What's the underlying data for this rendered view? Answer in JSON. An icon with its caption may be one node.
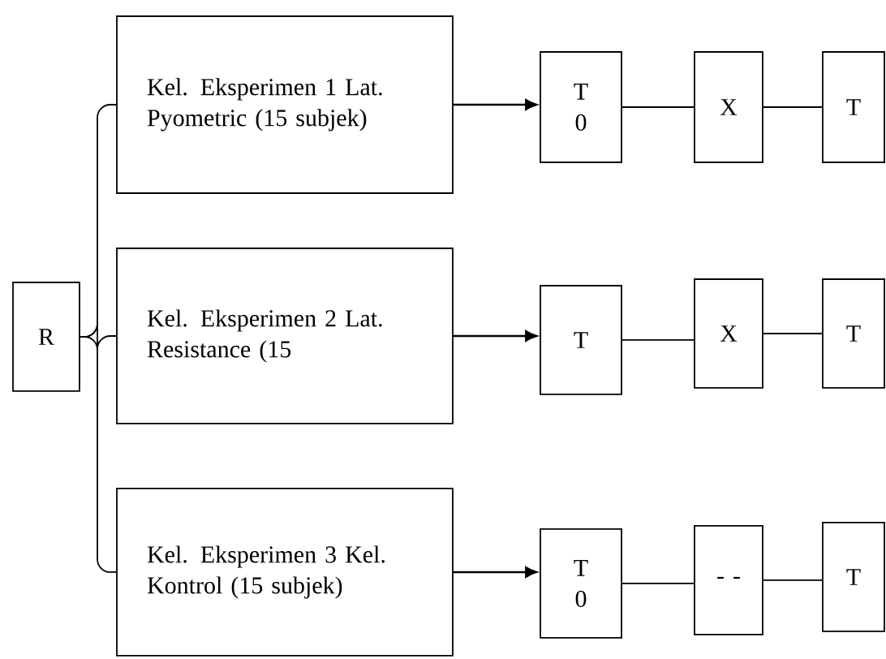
{
  "diagram": {
    "nodes": [
      {
        "text": [
          "R"
        ]
      },
      {
        "text": [
          "Kel. Eksperimen 1 Lat. Pyometric (15 subjek)"
        ]
      },
      {
        "text": [
          "T 0"
        ]
      },
      {
        "text": [
          "X"
        ]
      },
      {
        "text": [
          "T"
        ]
      },
      {
        "text": [
          "Kel. Eksperimen 2 Lat. Resistance (15"
        ]
      },
      {
        "text": [
          "T"
        ]
      },
      {
        "text": [
          "X"
        ]
      },
      {
        "text": [
          "T"
        ]
      },
      {
        "text": [
          "Kel. Eksperimen 3 Kel. Kontrol (15 subjek)"
        ]
      },
      {
        "text": [
          "T 0"
        ]
      },
      {
        "text": [
          "- -"
        ]
      },
      {
        "text": [
          "T"
        ]
      }
    ],
    "edges": [
      {
        "from": 0,
        "to": 1,
        "arrow": "none"
      },
      {
        "from": 0,
        "to": 5,
        "arrow": "none"
      },
      {
        "from": 0,
        "to": 9,
        "arrow": "none"
      },
      {
        "from": 1,
        "to": 2,
        "arrow": "to"
      },
      {
        "from": 2,
        "to": 3,
        "arrow": "none"
      },
      {
        "from": 3,
        "to": 4,
        "arrow": "none"
      },
      {
        "from": 5,
        "to": 6,
        "arrow": "to"
      },
      {
        "from": 6,
        "to": 7,
        "arrow": "none"
      },
      {
        "from": 7,
        "to": 8,
        "arrow": "none"
      },
      {
        "from": 9,
        "to": 10,
        "arrow": "to"
      },
      {
        "from": 10,
        "to": 11,
        "arrow": "none"
      },
      {
        "from": 11,
        "to": 12,
        "arrow": "none"
      }
    ]
  }
}
